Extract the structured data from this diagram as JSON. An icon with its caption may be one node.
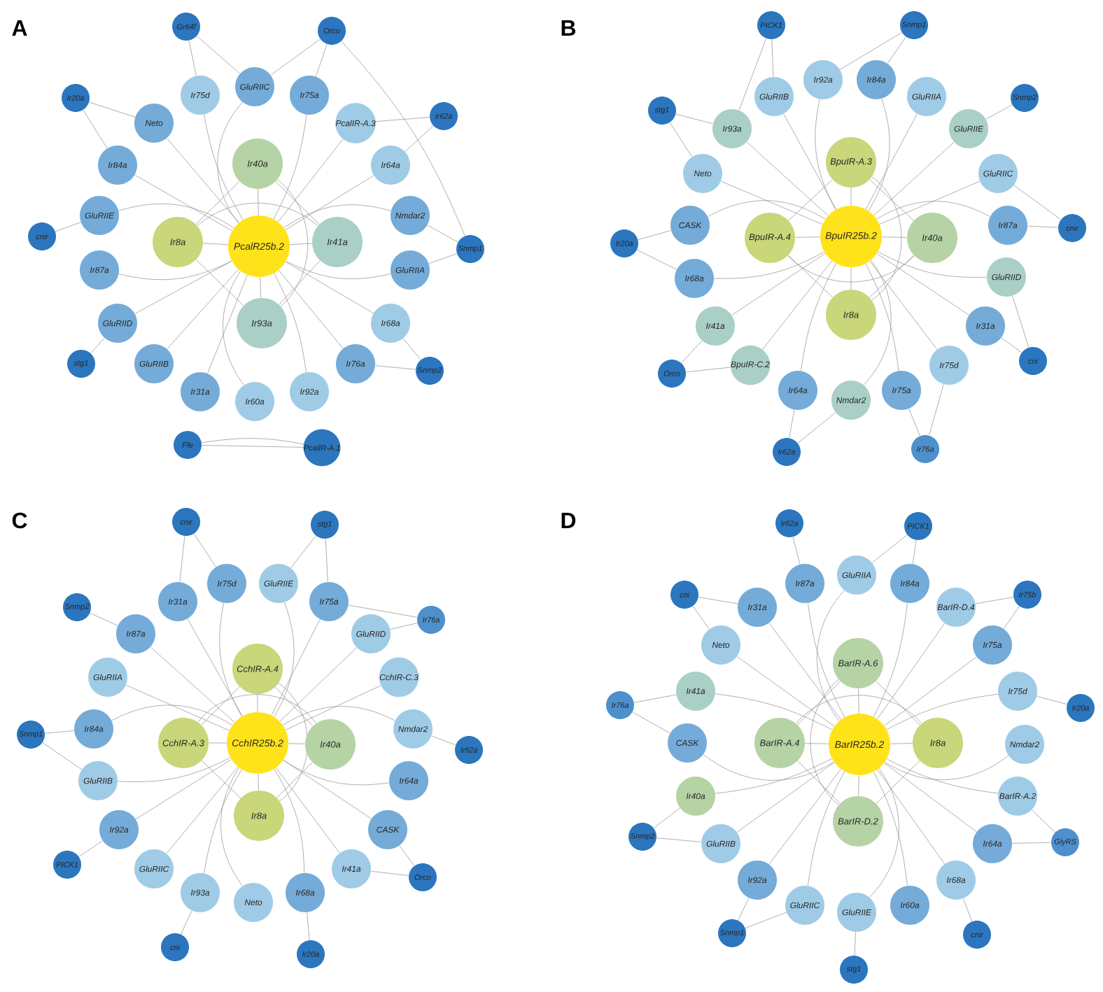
{
  "diagram": {
    "nodes": [
      {
        "text": [
          "PcalR25b.2"
        ]
      },
      {
        "text": [
          "Ir40a"
        ]
      },
      {
        "text": [
          "Ir8a"
        ]
      },
      {
        "text": [
          "Ir41a"
        ]
      },
      {
        "text": [
          "Ir93a"
        ]
      },
      {
        "text": [
          "GluRIIC"
        ]
      },
      {
        "text": [
          "Ir75a"
        ]
      },
      {
        "text": [
          "PcalIR-A.3"
        ]
      },
      {
        "text": [
          "Ir64a"
        ]
      },
      {
        "text": [
          "Nmdar2"
        ]
      },
      {
        "text": [
          "GluRIIA"
        ]
      },
      {
        "text": [
          "Ir68a"
        ]
      },
      {
        "text": [
          "Ir76a"
        ]
      },
      {
        "text": [
          "Ir92a"
        ]
      },
      {
        "text": [
          "Ir60a"
        ]
      },
      {
        "text": [
          "Ir31a"
        ]
      },
      {
        "text": [
          "GluRIIB"
        ]
      },
      {
        "text": [
          "GluRIID"
        ]
      },
      {
        "text": [
          "Ir87a"
        ]
      },
      {
        "text": [
          "GluRIIE"
        ]
      },
      {
        "text": [
          "Ir84a"
        ]
      },
      {
        "text": [
          "Neto"
        ]
      },
      {
        "text": [
          "Ir75d"
        ]
      },
      {
        "text": [
          "Gr64f"
        ]
      },
      {
        "text": [
          "Orco"
        ]
      },
      {
        "text": [
          "Ir62a"
        ]
      },
      {
        "text": [
          "Snmp1"
        ]
      },
      {
        "text": [
          "Snmp2"
        ]
      },
      {
        "text": [
          "stg1"
        ]
      },
      {
        "text": [
          "cnir"
        ]
      },
      {
        "text": [
          "Ir20a"
        ]
      },
      {
        "text": [
          "Ffe"
        ]
      },
      {
        "text": [
          "PcalIR-A.1"
        ]
      },
      {
        "text": [
          "BpuIR25b.2"
        ]
      },
      {
        "text": [
          "BpuIR-A.3"
        ]
      },
      {
        "text": [
          "BpuIR-A.4"
        ]
      },
      {
        "text": [
          "Ir40a"
        ]
      },
      {
        "text": [
          "Ir8a"
        ]
      },
      {
        "text": [
          "Ir92a"
        ]
      },
      {
        "text": [
          "Ir84a"
        ]
      },
      {
        "text": [
          "GluRIIA"
        ]
      },
      {
        "text": [
          "GluRIIE"
        ]
      },
      {
        "text": [
          "GluRIIC"
        ]
      },
      {
        "text": [
          "Ir87a"
        ]
      },
      {
        "text": [
          "GluRIID"
        ]
      },
      {
        "text": [
          "Ir31a"
        ]
      },
      {
        "text": [
          "Ir75d"
        ]
      },
      {
        "text": [
          "Ir75a"
        ]
      },
      {
        "text": [
          "Nmdar2"
        ]
      },
      {
        "text": [
          "Ir64a"
        ]
      },
      {
        "text": [
          "BpuIR-C.2"
        ]
      },
      {
        "text": [
          "Ir41a"
        ]
      },
      {
        "text": [
          "Ir68a"
        ]
      },
      {
        "text": [
          "CASK"
        ]
      },
      {
        "text": [
          "Neto"
        ]
      },
      {
        "text": [
          "Ir93a"
        ]
      },
      {
        "text": [
          "GluRIIB"
        ]
      },
      {
        "text": [
          "PICK1"
        ]
      },
      {
        "text": [
          "Snmp1"
        ]
      },
      {
        "text": [
          "Snmp2"
        ]
      },
      {
        "text": [
          "cnir"
        ]
      },
      {
        "text": [
          "cni"
        ]
      },
      {
        "text": [
          "Ir76a"
        ]
      },
      {
        "text": [
          "Ir62a"
        ]
      },
      {
        "text": [
          "Orco"
        ]
      },
      {
        "text": [
          "Ir20a"
        ]
      },
      {
        "text": [
          "stg1"
        ]
      },
      {
        "text": [
          "CchIR25b.2"
        ]
      },
      {
        "text": [
          "CchIR-A.4"
        ]
      },
      {
        "text": [
          "CchIR-A.3"
        ]
      },
      {
        "text": [
          "Ir40a"
        ]
      },
      {
        "text": [
          "Ir8a"
        ]
      },
      {
        "text": [
          "Ir75d"
        ]
      },
      {
        "text": [
          "GluRIIE"
        ]
      },
      {
        "text": [
          "Ir75a"
        ]
      },
      {
        "text": [
          "GluRIID"
        ]
      },
      {
        "text": [
          "CchIR-C.3"
        ]
      },
      {
        "text": [
          "Nmdar2"
        ]
      },
      {
        "text": [
          "Ir64a"
        ]
      },
      {
        "text": [
          "CASK"
        ]
      },
      {
        "text": [
          "Ir41a"
        ]
      },
      {
        "text": [
          "Ir68a"
        ]
      },
      {
        "text": [
          "Neto"
        ]
      },
      {
        "text": [
          "Ir93a"
        ]
      },
      {
        "text": [
          "GluRIIC"
        ]
      },
      {
        "text": [
          "Ir92a"
        ]
      },
      {
        "text": [
          "GluRIIB"
        ]
      },
      {
        "text": [
          "Ir84a"
        ]
      },
      {
        "text": [
          "GluRIIA"
        ]
      },
      {
        "text": [
          "Ir87a"
        ]
      },
      {
        "text": [
          "Ir31a"
        ]
      },
      {
        "text": [
          "cnir"
        ]
      },
      {
        "text": [
          "stg1"
        ]
      },
      {
        "text": [
          "Ir76a"
        ]
      },
      {
        "text": [
          "Ir62a"
        ]
      },
      {
        "text": [
          "Orco"
        ]
      },
      {
        "text": [
          "Ir20a"
        ]
      },
      {
        "text": [
          "cni"
        ]
      },
      {
        "text": [
          "PICK1"
        ]
      },
      {
        "text": [
          "Snmp1"
        ]
      },
      {
        "text": [
          "Snmp2"
        ]
      },
      {
        "text": [
          "BarIR25b.2"
        ]
      },
      {
        "text": [
          "BarIR-A.6"
        ]
      },
      {
        "text": [
          "BarIR-A.4"
        ]
      },
      {
        "text": [
          "Ir8a"
        ]
      },
      {
        "text": [
          "BarIR-D.2"
        ]
      },
      {
        "text": [
          "GluRIIA"
        ]
      },
      {
        "text": [
          "Ir84a"
        ]
      },
      {
        "text": [
          "BarIR-D.4"
        ]
      },
      {
        "text": [
          "Ir75a"
        ]
      },
      {
        "text": [
          "Ir75d"
        ]
      },
      {
        "text": [
          "Nmdar2"
        ]
      },
      {
        "text": [
          "BarIR-A.2"
        ]
      },
      {
        "text": [
          "Ir64a"
        ]
      },
      {
        "text": [
          "Ir68a"
        ]
      },
      {
        "text": [
          "Ir60a"
        ]
      },
      {
        "text": [
          "GluRIIE"
        ]
      },
      {
        "text": [
          "GluRIIC"
        ]
      },
      {
        "text": [
          "Ir92a"
        ]
      },
      {
        "text": [
          "GluRIIB"
        ]
      },
      {
        "text": [
          "Ir40a"
        ]
      },
      {
        "text": [
          "CASK"
        ]
      },
      {
        "text": [
          "Ir41a"
        ]
      },
      {
        "text": [
          "Neto"
        ]
      },
      {
        "text": [
          "Ir31a"
        ]
      },
      {
        "text": [
          "Ir87a"
        ]
      },
      {
        "text": [
          "Ir62a"
        ]
      },
      {
        "text": [
          "PICK1"
        ]
      },
      {
        "text": [
          "Ir75b"
        ]
      },
      {
        "text": [
          "Ir20a"
        ]
      },
      {
        "text": [
          "GlyRS"
        ]
      },
      {
        "text": [
          "cnir"
        ]
      },
      {
        "text": [
          "stg1"
        ]
      },
      {
        "text": [
          "Snmp1"
        ]
      },
      {
        "text": [
          "Snmp2"
        ]
      },
      {
        "text": [
          "Ir76a"
        ]
      },
      {
        "text": [
          "cni"
        ]
      }
    ],
    "edges": [
      {
        "from": 0,
        "to": 1,
        "arrow": "none"
      },
      {
        "from": 0,
        "to": 2,
        "arrow": "none"
      },
      {
        "from": 0,
        "to": 3,
        "arrow": "none"
      },
      {
        "from": 0,
        "to": 4,
        "arrow": "none"
      },
      {
        "from": 0,
        "to": 5,
        "arrow": "none"
      },
      {
        "from": 0,
        "to": 6,
        "arrow": "none"
      },
      {
        "from": 0,
        "to": 7,
        "arrow": "none"
      },
      {
        "from": 0,
        "to": 8,
        "arrow": "none"
      },
      {
        "from": 0,
        "to": 9,
        "arrow": "none"
      },
      {
        "from": 0,
        "to": 10,
        "arrow": "none"
      },
      {
        "from": 0,
        "to": 11,
        "arrow": "none"
      },
      {
        "from": 0,
        "to": 12,
        "arrow": "none"
      },
      {
        "from": 0,
        "to": 13,
        "arrow": "none"
      },
      {
        "from": 0,
        "to": 14,
        "arrow": "none"
      },
      {
        "from": 0,
        "to": 15,
        "arrow": "none"
      },
      {
        "from": 0,
        "to": 16,
        "arrow": "none"
      },
      {
        "from": 0,
        "to": 17,
        "arrow": "none"
      },
      {
        "from": 0,
        "to": 18,
        "arrow": "none"
      },
      {
        "from": 0,
        "to": 19,
        "arrow": "none"
      },
      {
        "from": 0,
        "to": 20,
        "arrow": "none"
      },
      {
        "from": 0,
        "to": 21,
        "arrow": "none"
      },
      {
        "from": 0,
        "to": 22,
        "arrow": "none"
      },
      {
        "from": 1,
        "to": 2,
        "arrow": "none"
      },
      {
        "from": 1,
        "to": 3,
        "arrow": "none"
      },
      {
        "from": 1,
        "to": 4,
        "arrow": "none"
      },
      {
        "from": 2,
        "to": 3,
        "arrow": "none"
      },
      {
        "from": 2,
        "to": 4,
        "arrow": "none"
      },
      {
        "from": 3,
        "to": 4,
        "arrow": "none"
      },
      {
        "from": 23,
        "to": 5,
        "arrow": "none"
      },
      {
        "from": 23,
        "to": 22,
        "arrow": "none"
      },
      {
        "from": 24,
        "to": 6,
        "arrow": "none"
      },
      {
        "from": 24,
        "to": 5,
        "arrow": "none"
      },
      {
        "from": 24,
        "to": 26,
        "arrow": "none"
      },
      {
        "from": 25,
        "to": 7,
        "arrow": "none"
      },
      {
        "from": 25,
        "to": 8,
        "arrow": "none"
      },
      {
        "from": 26,
        "to": 9,
        "arrow": "none"
      },
      {
        "from": 26,
        "to": 10,
        "arrow": "none"
      },
      {
        "from": 27,
        "to": 11,
        "arrow": "none"
      },
      {
        "from": 27,
        "to": 12,
        "arrow": "none"
      },
      {
        "from": 28,
        "to": 17,
        "arrow": "none"
      },
      {
        "from": 29,
        "to": 19,
        "arrow": "none"
      },
      {
        "from": 30,
        "to": 20,
        "arrow": "none"
      },
      {
        "from": 30,
        "to": 21,
        "arrow": "none"
      },
      {
        "from": 31,
        "to": 32,
        "arrow": "none"
      },
      {
        "from": 31,
        "to": 32,
        "arrow": "none"
      },
      {
        "from": 33,
        "to": 34,
        "arrow": "none"
      },
      {
        "from": 33,
        "to": 35,
        "arrow": "none"
      },
      {
        "from": 33,
        "to": 36,
        "arrow": "none"
      },
      {
        "from": 33,
        "to": 37,
        "arrow": "none"
      },
      {
        "from": 33,
        "to": 38,
        "arrow": "none"
      },
      {
        "from": 33,
        "to": 39,
        "arrow": "none"
      },
      {
        "from": 33,
        "to": 40,
        "arrow": "none"
      },
      {
        "from": 33,
        "to": 41,
        "arrow": "none"
      },
      {
        "from": 33,
        "to": 42,
        "arrow": "none"
      },
      {
        "from": 33,
        "to": 43,
        "arrow": "none"
      },
      {
        "from": 33,
        "to": 44,
        "arrow": "none"
      },
      {
        "from": 33,
        "to": 45,
        "arrow": "none"
      },
      {
        "from": 33,
        "to": 46,
        "arrow": "none"
      },
      {
        "from": 33,
        "to": 47,
        "arrow": "none"
      },
      {
        "from": 33,
        "to": 48,
        "arrow": "none"
      },
      {
        "from": 33,
        "to": 49,
        "arrow": "none"
      },
      {
        "from": 33,
        "to": 50,
        "arrow": "none"
      },
      {
        "from": 33,
        "to": 51,
        "arrow": "none"
      },
      {
        "from": 33,
        "to": 52,
        "arrow": "none"
      },
      {
        "from": 33,
        "to": 53,
        "arrow": "none"
      },
      {
        "from": 33,
        "to": 54,
        "arrow": "none"
      },
      {
        "from": 33,
        "to": 55,
        "arrow": "none"
      },
      {
        "from": 33,
        "to": 56,
        "arrow": "none"
      },
      {
        "from": 34,
        "to": 35,
        "arrow": "none"
      },
      {
        "from": 34,
        "to": 36,
        "arrow": "none"
      },
      {
        "from": 34,
        "to": 37,
        "arrow": "none"
      },
      {
        "from": 35,
        "to": 36,
        "arrow": "none"
      },
      {
        "from": 35,
        "to": 37,
        "arrow": "none"
      },
      {
        "from": 36,
        "to": 37,
        "arrow": "none"
      },
      {
        "from": 57,
        "to": 56,
        "arrow": "none"
      },
      {
        "from": 57,
        "to": 55,
        "arrow": "none"
      },
      {
        "from": 58,
        "to": 39,
        "arrow": "none"
      },
      {
        "from": 58,
        "to": 38,
        "arrow": "none"
      },
      {
        "from": 59,
        "to": 41,
        "arrow": "none"
      },
      {
        "from": 60,
        "to": 43,
        "arrow": "none"
      },
      {
        "from": 60,
        "to": 42,
        "arrow": "none"
      },
      {
        "from": 61,
        "to": 45,
        "arrow": "none"
      },
      {
        "from": 61,
        "to": 44,
        "arrow": "none"
      },
      {
        "from": 62,
        "to": 47,
        "arrow": "none"
      },
      {
        "from": 62,
        "to": 46,
        "arrow": "none"
      },
      {
        "from": 63,
        "to": 49,
        "arrow": "none"
      },
      {
        "from": 63,
        "to": 48,
        "arrow": "none"
      },
      {
        "from": 64,
        "to": 51,
        "arrow": "none"
      },
      {
        "from": 64,
        "to": 50,
        "arrow": "none"
      },
      {
        "from": 65,
        "to": 52,
        "arrow": "none"
      },
      {
        "from": 65,
        "to": 53,
        "arrow": "none"
      },
      {
        "from": 66,
        "to": 55,
        "arrow": "none"
      },
      {
        "from": 66,
        "to": 54,
        "arrow": "none"
      },
      {
        "from": 67,
        "to": 68,
        "arrow": "none"
      },
      {
        "from": 67,
        "to": 69,
        "arrow": "none"
      },
      {
        "from": 67,
        "to": 70,
        "arrow": "none"
      },
      {
        "from": 67,
        "to": 71,
        "arrow": "none"
      },
      {
        "from": 67,
        "to": 72,
        "arrow": "none"
      },
      {
        "from": 67,
        "to": 73,
        "arrow": "none"
      },
      {
        "from": 67,
        "to": 74,
        "arrow": "none"
      },
      {
        "from": 67,
        "to": 75,
        "arrow": "none"
      },
      {
        "from": 67,
        "to": 76,
        "arrow": "none"
      },
      {
        "from": 67,
        "to": 77,
        "arrow": "none"
      },
      {
        "from": 67,
        "to": 78,
        "arrow": "none"
      },
      {
        "from": 67,
        "to": 79,
        "arrow": "none"
      },
      {
        "from": 67,
        "to": 80,
        "arrow": "none"
      },
      {
        "from": 67,
        "to": 81,
        "arrow": "none"
      },
      {
        "from": 67,
        "to": 82,
        "arrow": "none"
      },
      {
        "from": 67,
        "to": 83,
        "arrow": "none"
      },
      {
        "from": 67,
        "to": 84,
        "arrow": "none"
      },
      {
        "from": 67,
        "to": 85,
        "arrow": "none"
      },
      {
        "from": 67,
        "to": 86,
        "arrow": "none"
      },
      {
        "from": 67,
        "to": 87,
        "arrow": "none"
      },
      {
        "from": 67,
        "to": 88,
        "arrow": "none"
      },
      {
        "from": 67,
        "to": 89,
        "arrow": "none"
      },
      {
        "from": 67,
        "to": 90,
        "arrow": "none"
      },
      {
        "from": 68,
        "to": 69,
        "arrow": "none"
      },
      {
        "from": 68,
        "to": 70,
        "arrow": "none"
      },
      {
        "from": 68,
        "to": 71,
        "arrow": "none"
      },
      {
        "from": 69,
        "to": 70,
        "arrow": "none"
      },
      {
        "from": 69,
        "to": 71,
        "arrow": "none"
      },
      {
        "from": 70,
        "to": 71,
        "arrow": "none"
      },
      {
        "from": 91,
        "to": 90,
        "arrow": "none"
      },
      {
        "from": 91,
        "to": 72,
        "arrow": "none"
      },
      {
        "from": 92,
        "to": 73,
        "arrow": "none"
      },
      {
        "from": 92,
        "to": 74,
        "arrow": "none"
      },
      {
        "from": 93,
        "to": 75,
        "arrow": "none"
      },
      {
        "from": 93,
        "to": 74,
        "arrow": "none"
      },
      {
        "from": 94,
        "to": 77,
        "arrow": "none"
      },
      {
        "from": 95,
        "to": 79,
        "arrow": "none"
      },
      {
        "from": 95,
        "to": 80,
        "arrow": "none"
      },
      {
        "from": 96,
        "to": 81,
        "arrow": "none"
      },
      {
        "from": 97,
        "to": 83,
        "arrow": "none"
      },
      {
        "from": 98,
        "to": 85,
        "arrow": "none"
      },
      {
        "from": 99,
        "to": 87,
        "arrow": "none"
      },
      {
        "from": 99,
        "to": 86,
        "arrow": "none"
      },
      {
        "from": 100,
        "to": 89,
        "arrow": "none"
      },
      {
        "from": 101,
        "to": 102,
        "arrow": "none"
      },
      {
        "from": 101,
        "to": 103,
        "arrow": "none"
      },
      {
        "from": 101,
        "to": 104,
        "arrow": "none"
      },
      {
        "from": 101,
        "to": 105,
        "arrow": "none"
      },
      {
        "from": 101,
        "to": 106,
        "arrow": "none"
      },
      {
        "from": 101,
        "to": 107,
        "arrow": "none"
      },
      {
        "from": 101,
        "to": 108,
        "arrow": "none"
      },
      {
        "from": 101,
        "to": 109,
        "arrow": "none"
      },
      {
        "from": 101,
        "to": 110,
        "arrow": "none"
      },
      {
        "from": 101,
        "to": 111,
        "arrow": "none"
      },
      {
        "from": 101,
        "to": 112,
        "arrow": "none"
      },
      {
        "from": 101,
        "to": 113,
        "arrow": "none"
      },
      {
        "from": 101,
        "to": 114,
        "arrow": "none"
      },
      {
        "from": 101,
        "to": 115,
        "arrow": "none"
      },
      {
        "from": 101,
        "to": 116,
        "arrow": "none"
      },
      {
        "from": 101,
        "to": 117,
        "arrow": "none"
      },
      {
        "from": 101,
        "to": 118,
        "arrow": "none"
      },
      {
        "from": 101,
        "to": 119,
        "arrow": "none"
      },
      {
        "from": 101,
        "to": 120,
        "arrow": "none"
      },
      {
        "from": 101,
        "to": 121,
        "arrow": "none"
      },
      {
        "from": 101,
        "to": 122,
        "arrow": "none"
      },
      {
        "from": 101,
        "to": 123,
        "arrow": "none"
      },
      {
        "from": 101,
        "to": 124,
        "arrow": "none"
      },
      {
        "from": 101,
        "to": 125,
        "arrow": "none"
      },
      {
        "from": 102,
        "to": 103,
        "arrow": "none"
      },
      {
        "from": 102,
        "to": 104,
        "arrow": "none"
      },
      {
        "from": 102,
        "to": 105,
        "arrow": "none"
      },
      {
        "from": 103,
        "to": 104,
        "arrow": "none"
      },
      {
        "from": 103,
        "to": 105,
        "arrow": "none"
      },
      {
        "from": 104,
        "to": 105,
        "arrow": "none"
      },
      {
        "from": 126,
        "to": 125,
        "arrow": "none"
      },
      {
        "from": 127,
        "to": 106,
        "arrow": "none"
      },
      {
        "from": 127,
        "to": 107,
        "arrow": "none"
      },
      {
        "from": 128,
        "to": 108,
        "arrow": "none"
      },
      {
        "from": 128,
        "to": 109,
        "arrow": "none"
      },
      {
        "from": 129,
        "to": 110,
        "arrow": "none"
      },
      {
        "from": 130,
        "to": 112,
        "arrow": "none"
      },
      {
        "from": 130,
        "to": 113,
        "arrow": "none"
      },
      {
        "from": 131,
        "to": 114,
        "arrow": "none"
      },
      {
        "from": 132,
        "to": 116,
        "arrow": "none"
      },
      {
        "from": 133,
        "to": 118,
        "arrow": "none"
      },
      {
        "from": 133,
        "to": 117,
        "arrow": "none"
      },
      {
        "from": 134,
        "to": 119,
        "arrow": "none"
      },
      {
        "from": 134,
        "to": 120,
        "arrow": "none"
      },
      {
        "from": 135,
        "to": 122,
        "arrow": "none"
      },
      {
        "from": 135,
        "to": 121,
        "arrow": "none"
      },
      {
        "from": 136,
        "to": 123,
        "arrow": "none"
      },
      {
        "from": 136,
        "to": 124,
        "arrow": "none"
      }
    ],
    "labels": [
      "A",
      "B",
      "C",
      "D"
    ]
  }
}
